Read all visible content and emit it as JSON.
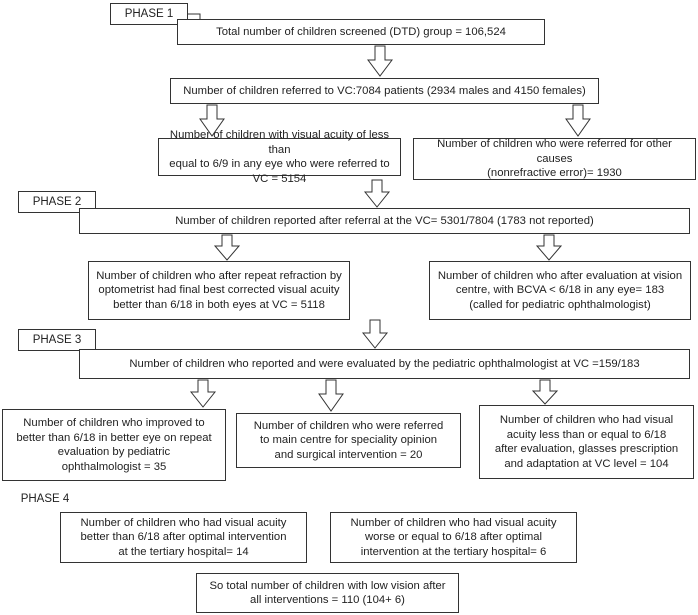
{
  "phases": {
    "p1": "PHASE 1",
    "p2": "PHASE 2",
    "p3": "PHASE 3",
    "p4": "PHASE 4"
  },
  "boxes": {
    "screened": "Total number of children screened (DTD) group = 106,524",
    "referred_vc": "Number of children referred to VC:7084 patients (2934 males and 4150 females)",
    "acuity_referred": "Number of children with visual acuity of less than\nequal to 6/9 in any eye who were referred to VC = 5154",
    "other_causes": "Number of children who were referred for other causes\n(nonrefractive error)= 1930",
    "reported_vc": "Number of children reported after referral at the VC= 5301/7804 (1783 not reported)",
    "repeat_refraction": "Number of children who after repeat refraction by\noptometrist had final best corrected visual acuity\nbetter than 6/18 in both eyes at VC = 5118",
    "bcva_less": "Number of children who after evaluation at vision\ncentre, with BCVA < 6/18 in any eye= 183\n(called for pediatric ophthalmologist)",
    "pediatric_eval": "Number of children who reported and were evaluated by the pediatric ophthalmologist at VC =159/183",
    "improved": "Number of children who improved to\nbetter than 6/18 in better eye on repeat\nevaluation by pediatric\nophthalmologist = 35",
    "main_centre": "Number of children who were referred\nto main centre for speciality opinion\nand surgical intervention = 20",
    "glasses": "Number of children who had visual\nacuity less than or equal to 6/18\nafter evaluation, glasses prescription\nand adaptation at VC level = 104",
    "better_tertiary": "Number of children who had visual acuity\nbetter than 6/18 after optimal intervention\nat the tertiary hospital= 14",
    "worse_tertiary": "Number of children who had visual acuity\nworse or equal to 6/18 after optimal\nintervention at the tertiary hospital= 6",
    "total_low_vision": "So total number of children with low vision after\nall interventions = 110 (104+ 6)"
  }
}
